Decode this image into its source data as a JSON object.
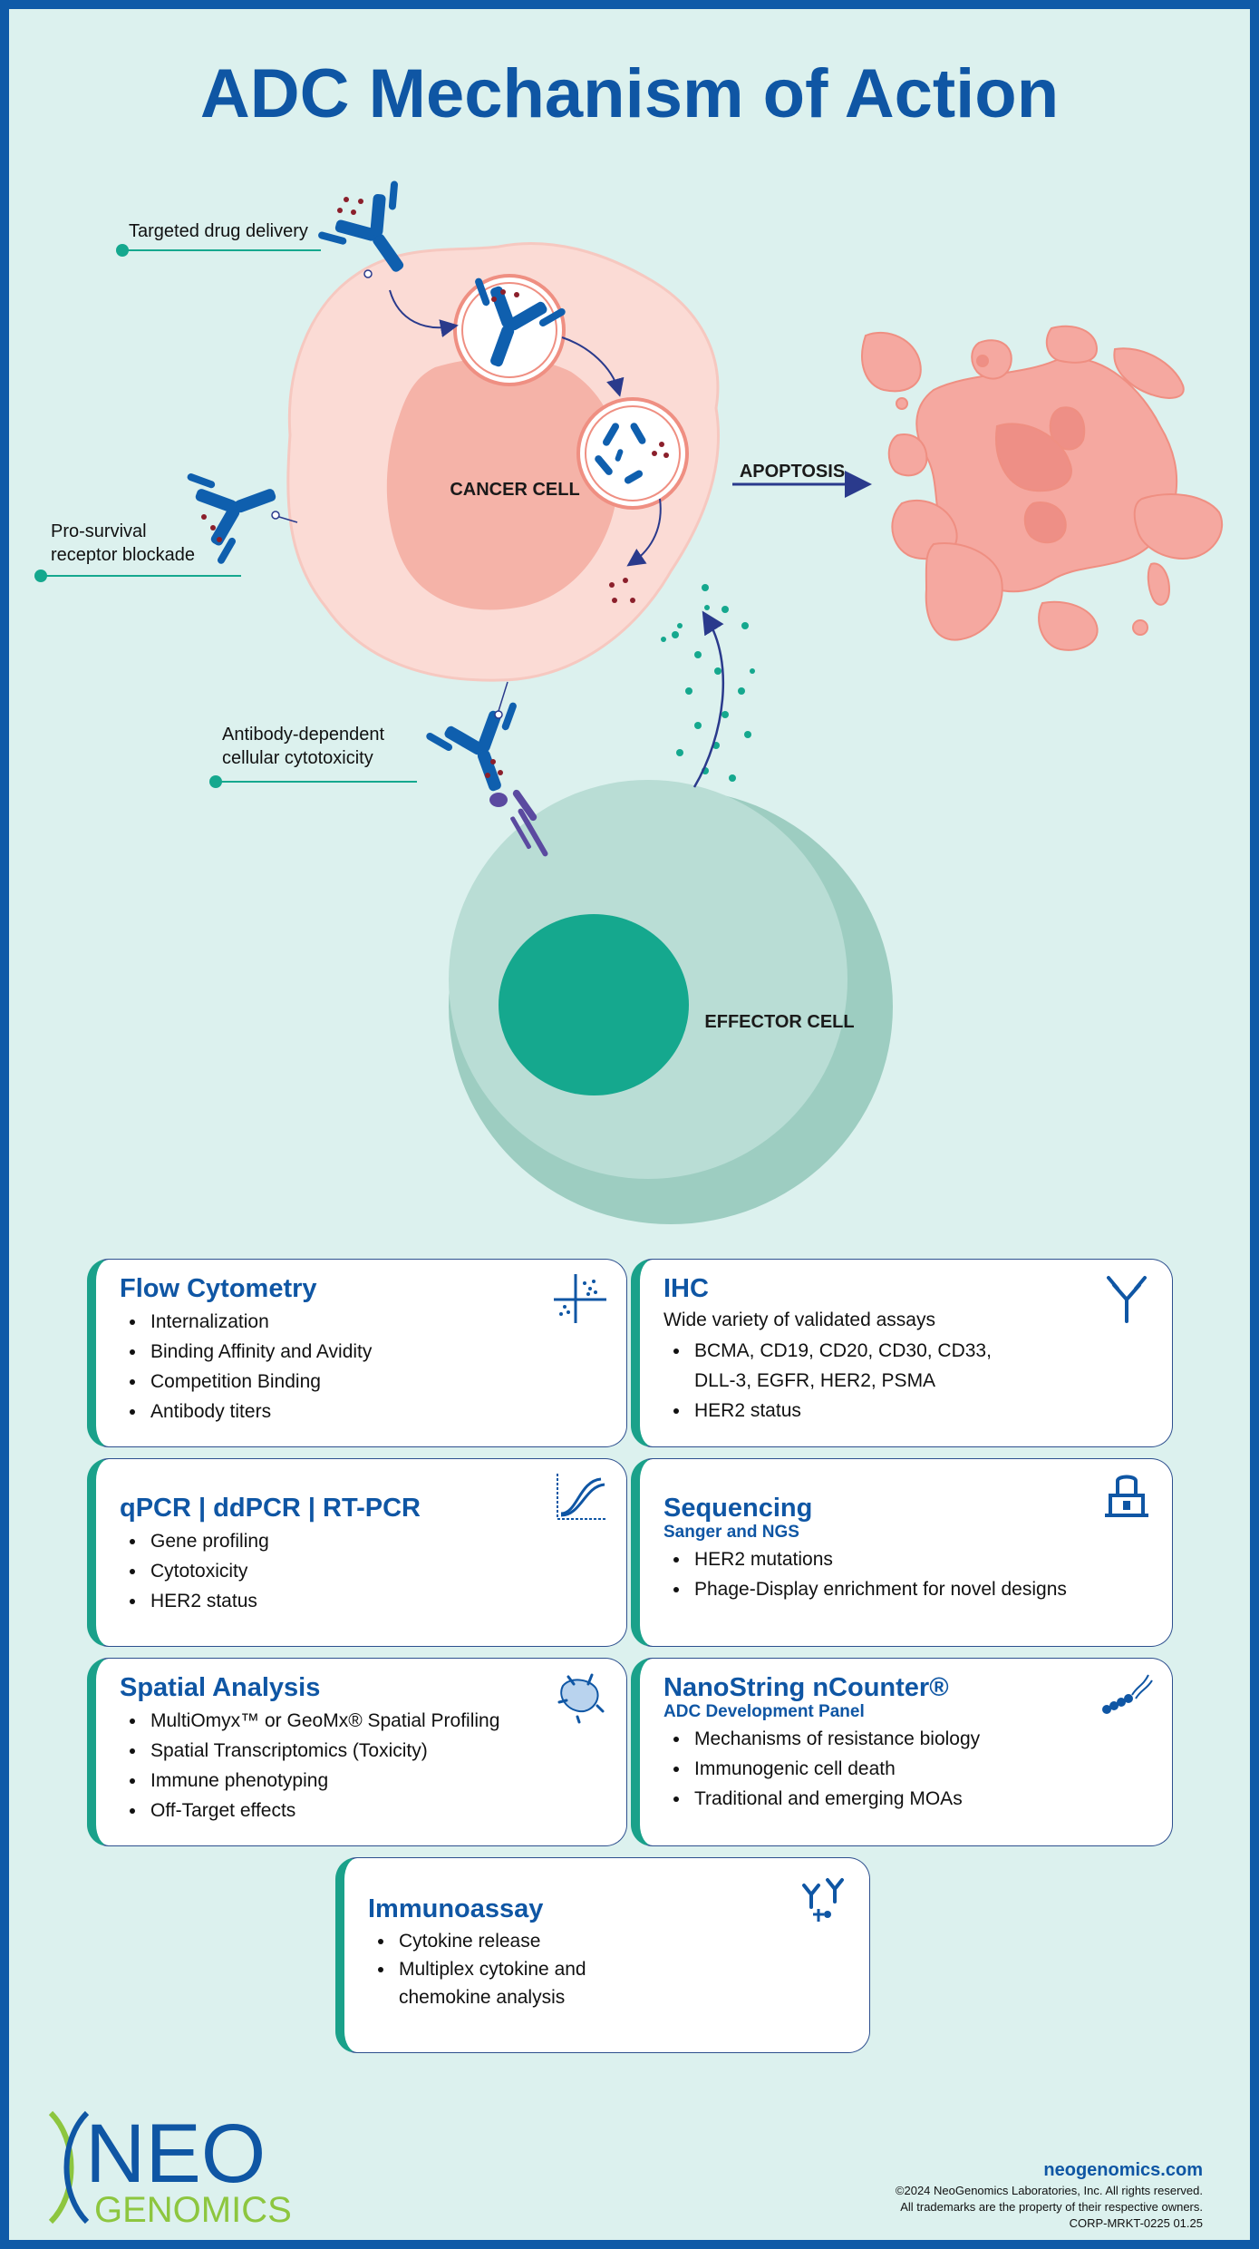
{
  "title": "ADC Mechanism of Action",
  "diagram": {
    "callout_targeted": "Targeted drug delivery",
    "callout_prosurvival_1": "Pro-survival",
    "callout_prosurvival_2": "receptor blockade",
    "callout_adcc_1": "Antibody-dependent",
    "callout_adcc_2": "cellular cytotoxicity",
    "cancer_cell": "CANCER CELL",
    "effector_cell": "EFFECTOR CELL",
    "apoptosis": "APOPTOSIS"
  },
  "cards": {
    "flow": {
      "title": "Flow Cytometry",
      "items": [
        "Internalization",
        "Binding Affinity and Avidity",
        "Competition Binding",
        "Antibody titers"
      ]
    },
    "ihc": {
      "title": "IHC",
      "lead": "Wide variety of validated assays",
      "items": [
        "BCMA, CD19, CD20, CD30, CD33, DLL-3, EGFR, HER2, PSMA",
        "HER2 status"
      ]
    },
    "qpcr": {
      "title": "qPCR | ddPCR | RT-PCR",
      "items": [
        "Gene profiling",
        "Cytotoxicity",
        "HER2 status"
      ]
    },
    "seq": {
      "title": "Sequencing",
      "subtitle": "Sanger and NGS",
      "items": [
        "HER2 mutations",
        "Phage-Display enrichment for novel designs"
      ]
    },
    "spatial": {
      "title": "Spatial Analysis",
      "items": [
        "MultiOmyx™ or GeoMx® Spatial Profiling",
        "Spatial Transcriptomics (Toxicity)",
        "Immune phenotyping",
        "Off-Target effects"
      ]
    },
    "nano": {
      "title": "NanoString nCounter®",
      "subtitle": "ADC Development Panel",
      "items": [
        "Mechanisms of resistance biology",
        "Immunogenic cell death",
        "Traditional and emerging MOAs"
      ]
    },
    "immuno": {
      "title": "Immunoassay",
      "items": [
        "Cytokine release",
        "Multiplex cytokine and chemokine analysis"
      ]
    }
  },
  "footer": {
    "url": "neogenomics.com",
    "copyright": "©2024 NeoGenomics Laboratories, Inc. All rights reserved.",
    "trademarks": "All trademarks are the property of their respective owners.",
    "code": "CORP-MRKT-0225 01.25"
  },
  "logo": {
    "line1": "NEO",
    "line2": "GENOMICS"
  },
  "colors": {
    "brand_blue": "#0f56a4",
    "teal": "#1aa18a",
    "lime": "#8dc63f",
    "cancer_pink": "#fadad5",
    "effector_green": "#b9ddd5",
    "nucleus_teal": "#15a88e"
  }
}
